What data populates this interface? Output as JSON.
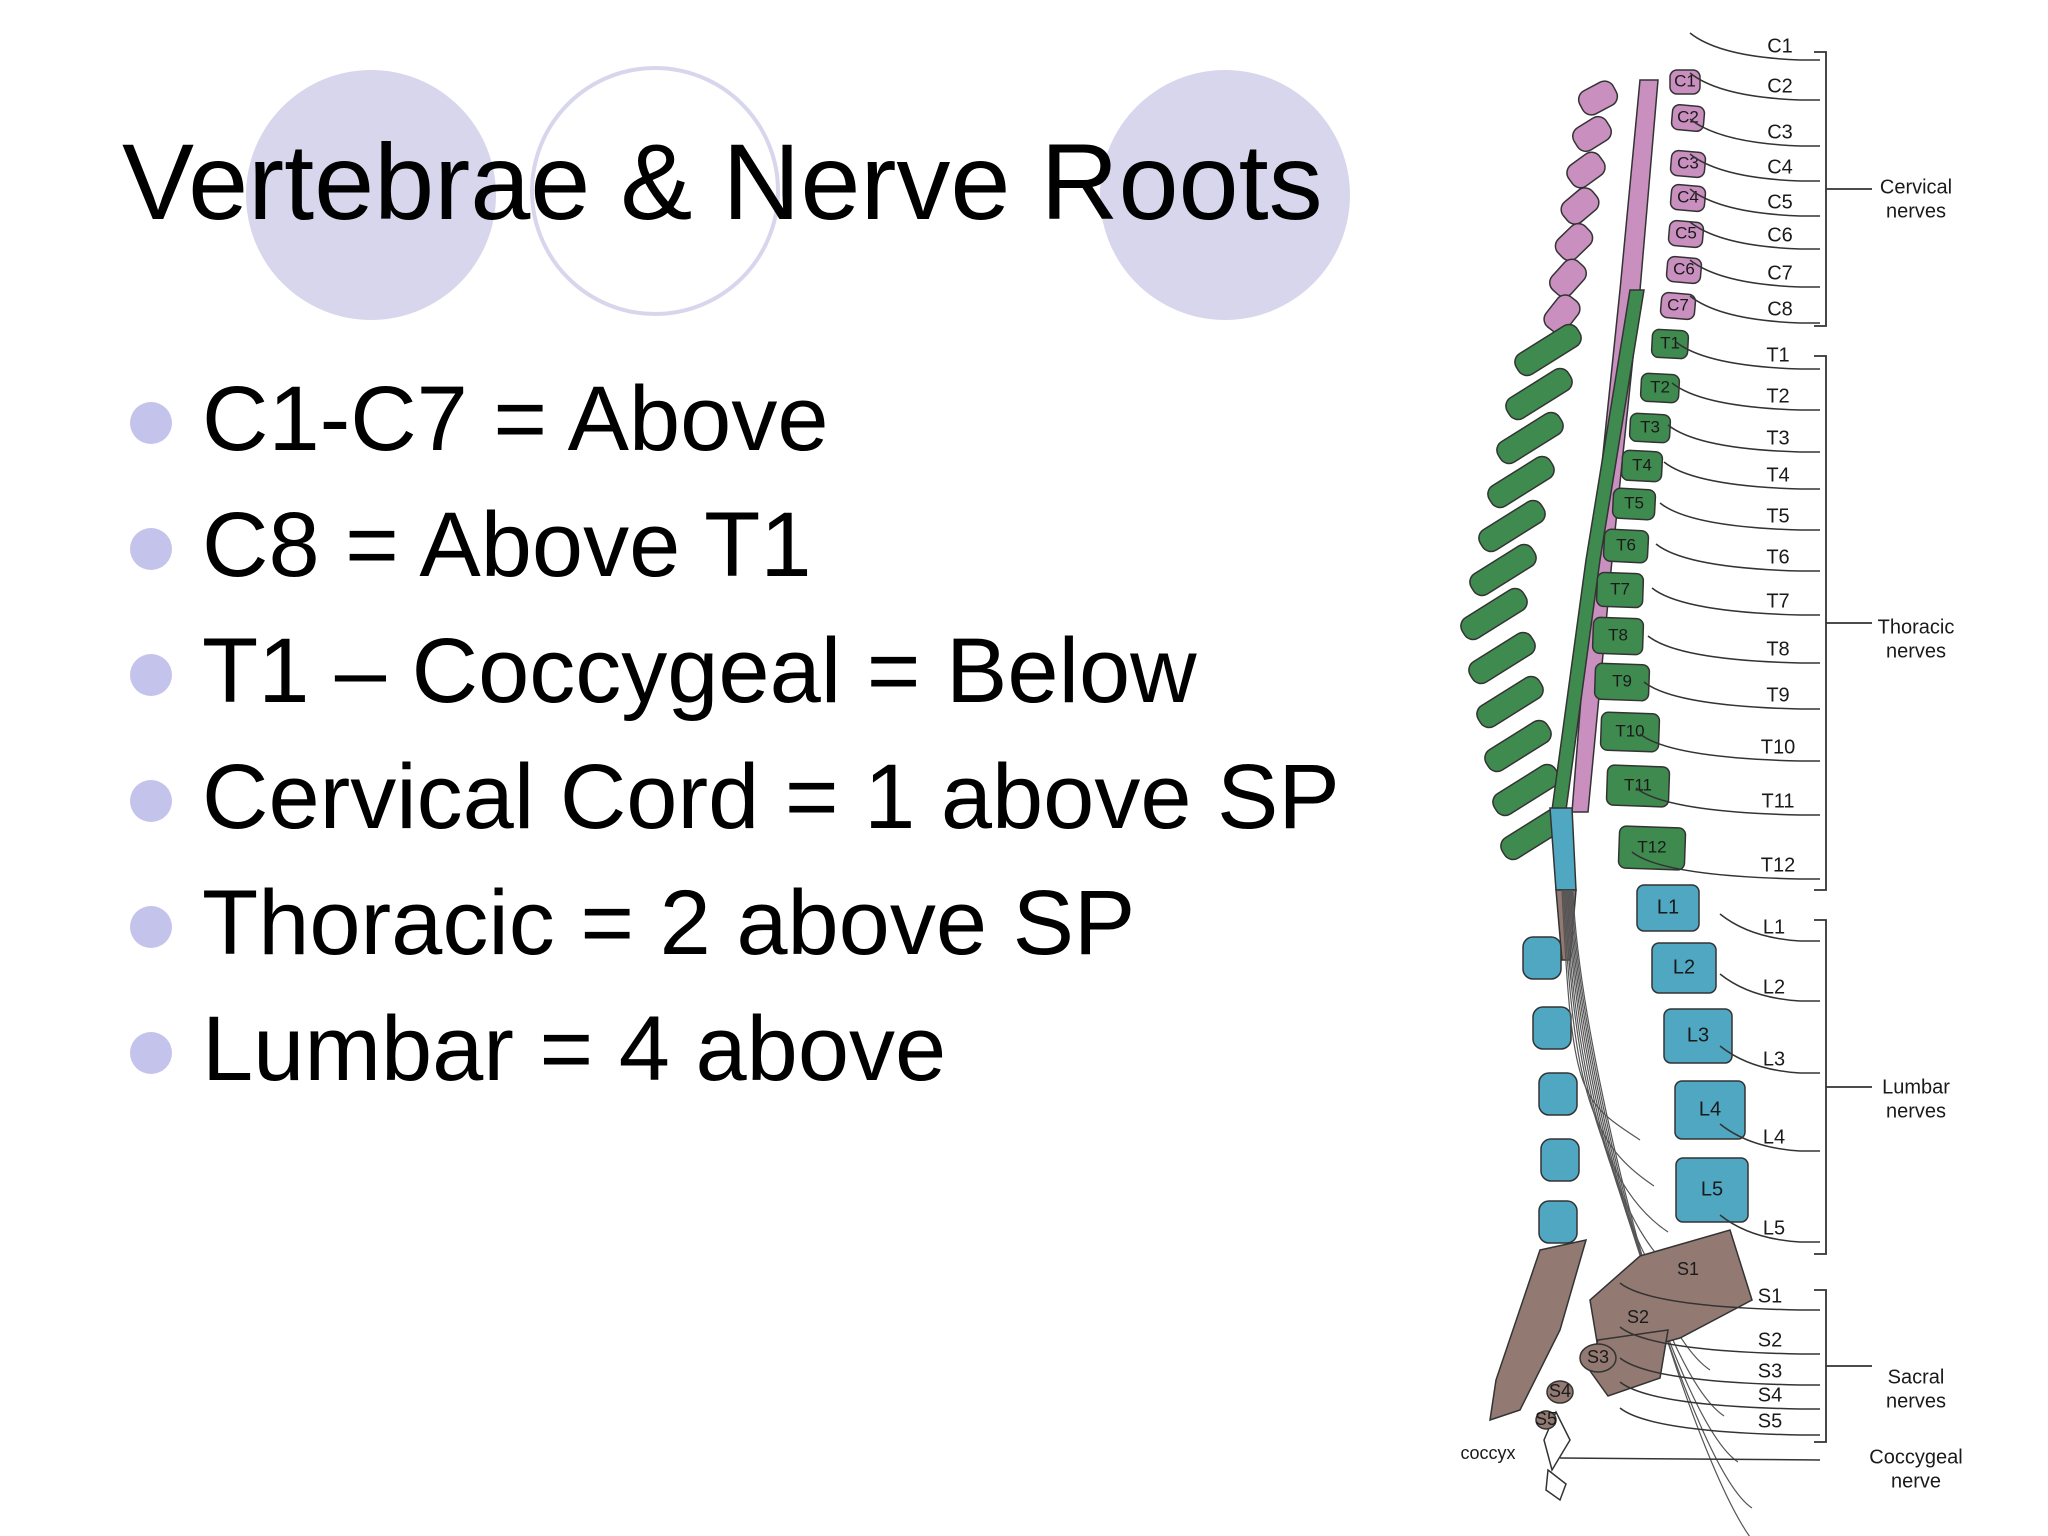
{
  "slide": {
    "title": "Vertebrae & Nerve Roots",
    "bullets": [
      "C1-C7 = Above",
      "C8 = Above T1",
      "T1 – Coccygeal = Below",
      "Cervical Cord = 1 above SP",
      "Thoracic = 2 above SP",
      "Lumbar = 4 above"
    ]
  },
  "colors": {
    "decor_circle": "#d8d6ec",
    "bullet": "#c4c3ec",
    "cervical": "#c98fbf",
    "thoracic": "#3f8a4f",
    "lumbar": "#4fa7c2",
    "sacral": "#927a73"
  },
  "figure": {
    "vertebrae": {
      "cervical": [
        "C1",
        "C2",
        "C3",
        "C4",
        "C5",
        "C6",
        "C7"
      ],
      "thoracic": [
        "T1",
        "T2",
        "T3",
        "T4",
        "T5",
        "T6",
        "T7",
        "T8",
        "T9",
        "T10",
        "T11",
        "T12"
      ],
      "lumbar": [
        "L1",
        "L2",
        "L3",
        "L4",
        "L5"
      ],
      "sacral": [
        "S1",
        "S2",
        "S3",
        "S4",
        "S5"
      ]
    },
    "nerves": {
      "cervical": [
        "C1",
        "C2",
        "C3",
        "C4",
        "C5",
        "C6",
        "C7",
        "C8"
      ],
      "thoracic": [
        "T1",
        "T2",
        "T3",
        "T4",
        "T5",
        "T6",
        "T7",
        "T8",
        "T9",
        "T10",
        "T11",
        "T12"
      ],
      "lumbar": [
        "L1",
        "L2",
        "L3",
        "L4",
        "L5"
      ],
      "sacral": [
        "S1",
        "S2",
        "S3",
        "S4",
        "S5"
      ]
    },
    "groups": [
      {
        "key": "cervical",
        "lines": [
          "Cervical",
          "nerves"
        ]
      },
      {
        "key": "thoracic",
        "lines": [
          "Thoracic",
          "nerves"
        ]
      },
      {
        "key": "lumbar",
        "lines": [
          "Lumbar",
          "nerves"
        ]
      },
      {
        "key": "sacral",
        "lines": [
          "Sacral",
          "nerves"
        ]
      },
      {
        "key": "coccygeal",
        "lines": [
          "Coccygeal",
          "nerve"
        ]
      }
    ],
    "coccyx_label": "coccyx"
  }
}
